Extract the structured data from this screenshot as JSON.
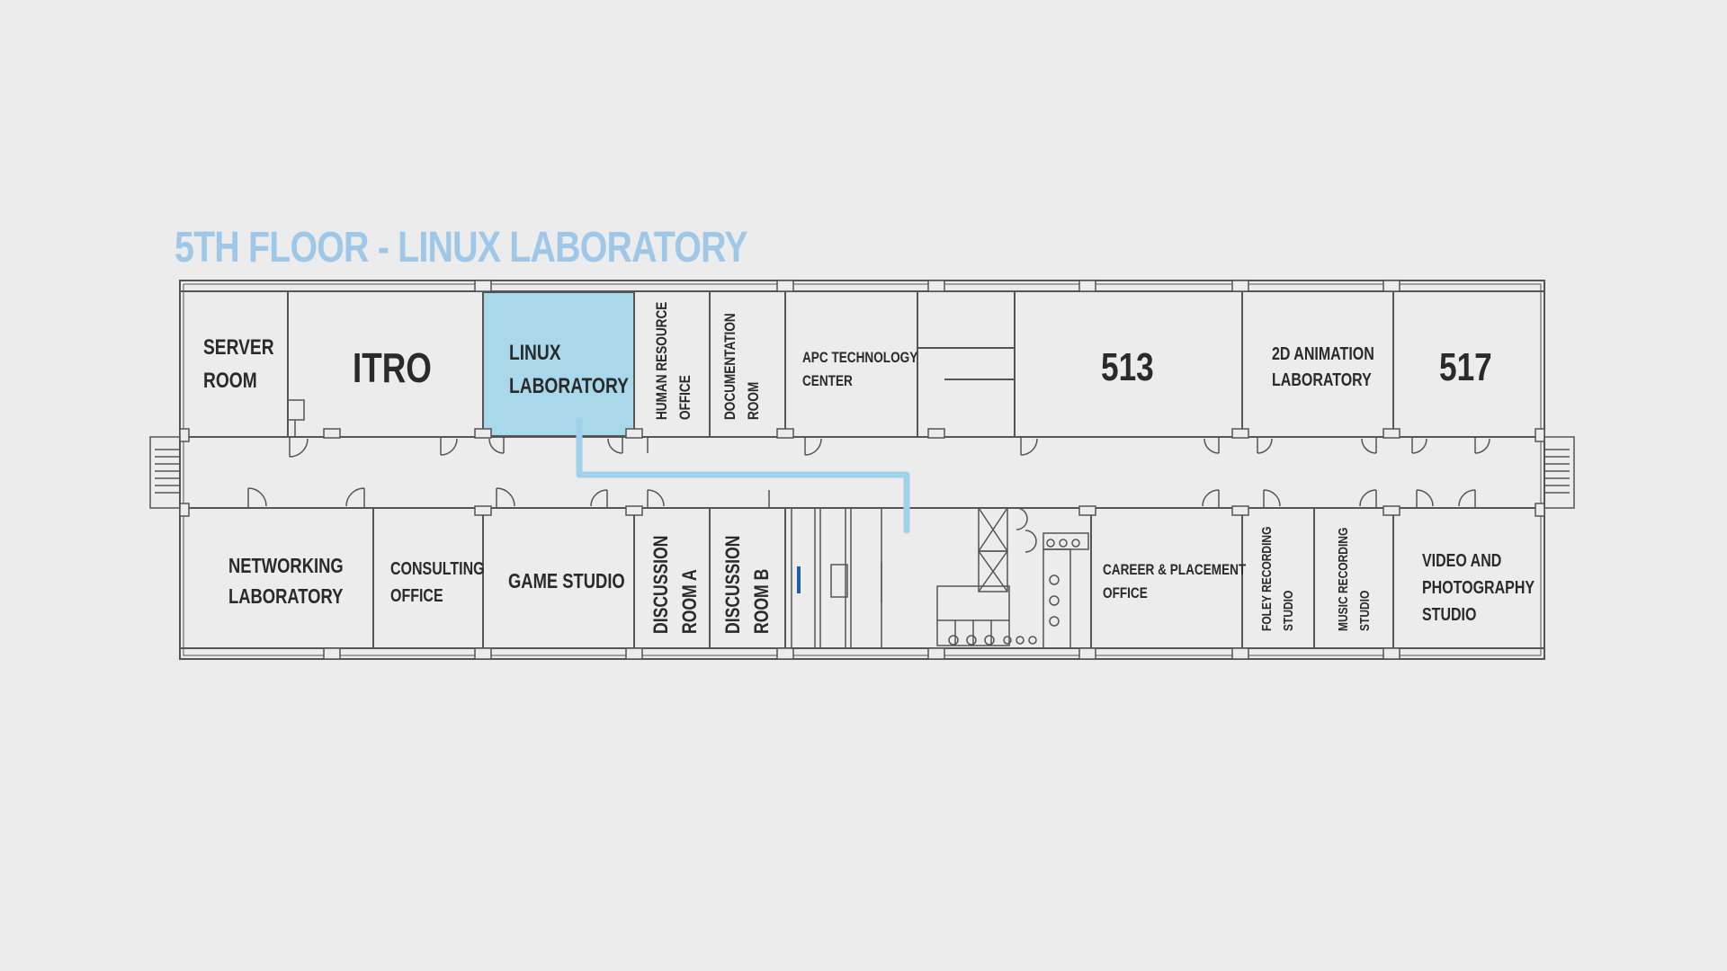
{
  "title": "5TH FLOOR - LINUX LABORATORY",
  "colors": {
    "background": "#ececec",
    "title": "#9ec7e8",
    "highlight_room": "#a9d8eb",
    "route": "#9fd2ea",
    "walls": "#555555"
  },
  "highlighted_room": "LINUX LABORATORY",
  "rooms": {
    "server_room": [
      "SERVER",
      "ROOM"
    ],
    "itro": "ITRO",
    "linux_lab": [
      "LINUX",
      "LABORATORY"
    ],
    "hr_office": [
      "HUMAN RESOURCE",
      "OFFICE"
    ],
    "documentation_room": [
      "DOCUMENTATION",
      "ROOM"
    ],
    "apc_center": [
      "APC TECHNOLOGY",
      "CENTER"
    ],
    "room_513": "513",
    "animation_lab": [
      "2D ANIMATION",
      "LABORATORY"
    ],
    "room_517": "517",
    "networking_lab": [
      "NETWORKING",
      "LABORATORY"
    ],
    "consulting_office": [
      "CONSULTING",
      "OFFICE"
    ],
    "game_studio": "GAME STUDIO",
    "discussion_a": [
      "DISCUSSION",
      "ROOM A"
    ],
    "discussion_b": [
      "DISCUSSION",
      "ROOM B"
    ],
    "career_office": [
      "CAREER & PLACEMENT",
      "OFFICE"
    ],
    "foley_studio": [
      "FOLEY RECORDING",
      "STUDIO"
    ],
    "music_studio": [
      "MUSIC RECORDING",
      "STUDIO"
    ],
    "video_studio": [
      "VIDEO AND",
      "PHOTOGRAPHY",
      "STUDIO"
    ]
  }
}
